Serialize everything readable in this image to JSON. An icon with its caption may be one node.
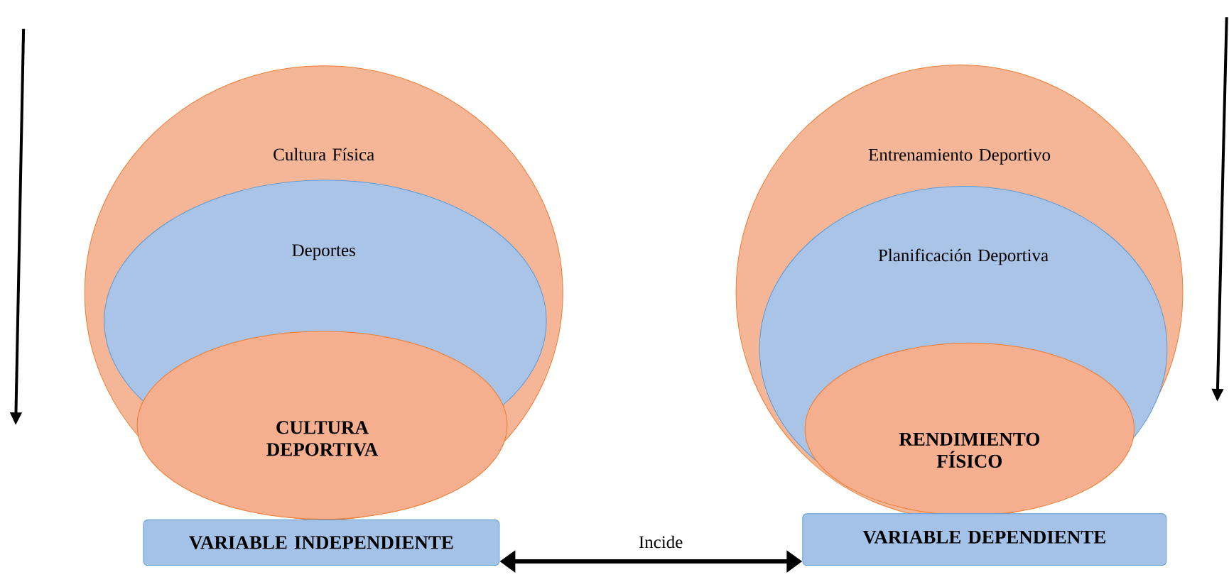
{
  "diagram": {
    "nodes": [
      {
        "text": [
          "Cultura Física"
        ]
      },
      {
        "text": [
          "Deportes"
        ],
        "in": 0
      },
      {
        "text": [
          "CULTURA DEPORTIVA"
        ],
        "in": 0
      },
      {
        "text": [
          "VARIABLE INDEPENDIENTE"
        ]
      },
      {
        "text": [
          "Entrenamiento Deportivo"
        ]
      },
      {
        "text": [
          "Planificación Deportiva"
        ],
        "in": 4
      },
      {
        "text": [
          "RENDIMIENTO FÍSICO"
        ],
        "in": 5
      },
      {
        "text": [
          "VARIABLE DEPENDIENTE"
        ]
      }
    ],
    "edges": [
      {
        "from": 3,
        "to": 7,
        "arrow": "both",
        "label": "Incide"
      }
    ]
  }
}
